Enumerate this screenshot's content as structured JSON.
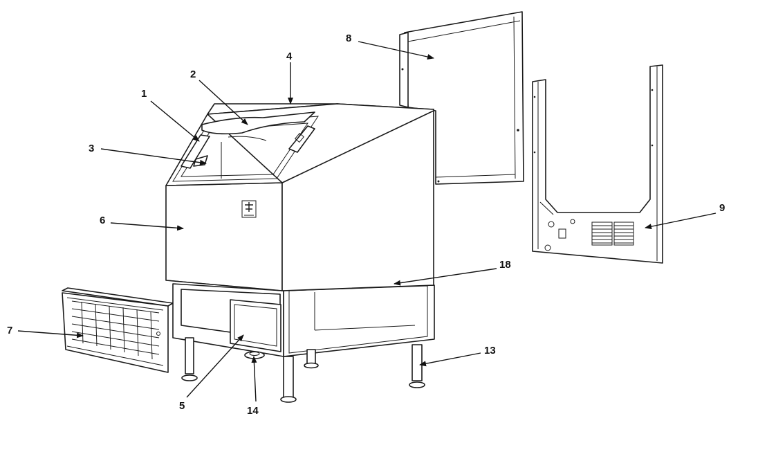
{
  "diagram": {
    "callouts": [
      {
        "id": "c1",
        "label": "1"
      },
      {
        "id": "c2",
        "label": "2"
      },
      {
        "id": "c3",
        "label": "3"
      },
      {
        "id": "c4",
        "label": "4"
      },
      {
        "id": "c5",
        "label": "5"
      },
      {
        "id": "c6",
        "label": "6"
      },
      {
        "id": "c7",
        "label": "7"
      },
      {
        "id": "c8",
        "label": "8"
      },
      {
        "id": "c9",
        "label": "9"
      },
      {
        "id": "c13",
        "label": "13"
      },
      {
        "id": "c14",
        "label": "14"
      },
      {
        "id": "c18",
        "label": "18"
      }
    ]
  }
}
